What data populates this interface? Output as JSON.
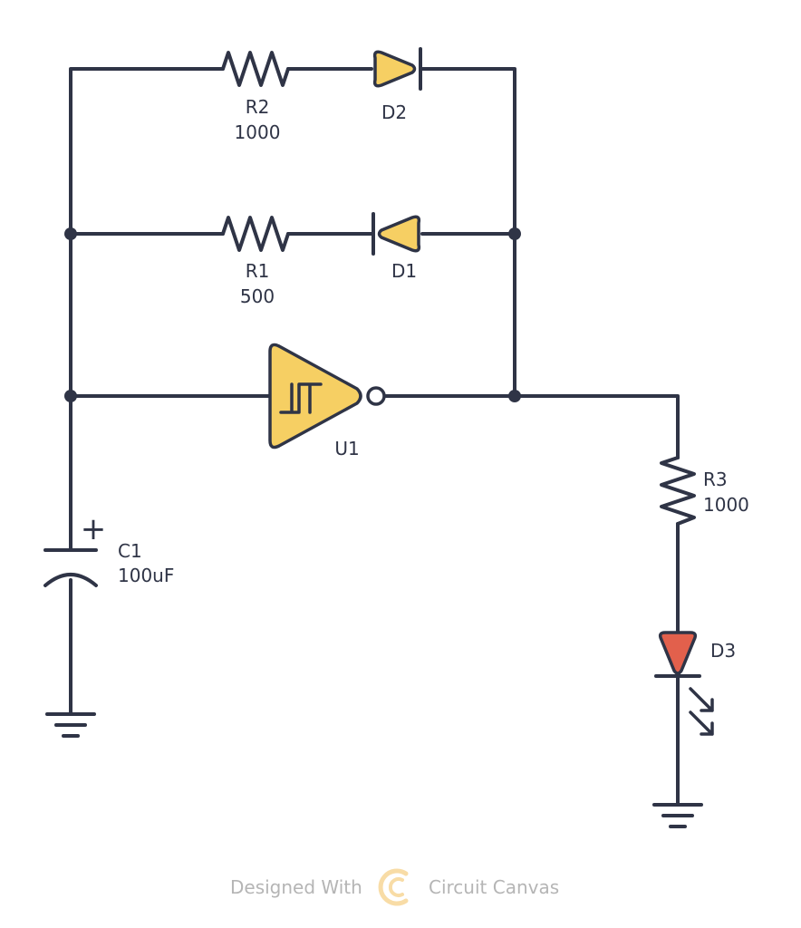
{
  "colors": {
    "wire": "#2f3446",
    "component_fill": "#f6cf63",
    "led_fill": "#e2604c",
    "watermark_text": "#b5b5b5",
    "watermark_logo": "#f8dca6"
  },
  "components": {
    "r1": {
      "ref": "R1",
      "value": "500"
    },
    "r2": {
      "ref": "R2",
      "value": "1000"
    },
    "r3": {
      "ref": "R3",
      "value": "1000"
    },
    "d1": {
      "ref": "D1"
    },
    "d2": {
      "ref": "D2"
    },
    "d3": {
      "ref": "D3"
    },
    "c1": {
      "ref": "C1",
      "value": "100uF",
      "polarity": "+"
    },
    "u1": {
      "ref": "U1"
    }
  },
  "watermark": {
    "prefix": "Designed With",
    "brand": "Circuit Canvas",
    "logo_icon": "circuit-canvas-logo-icon"
  }
}
